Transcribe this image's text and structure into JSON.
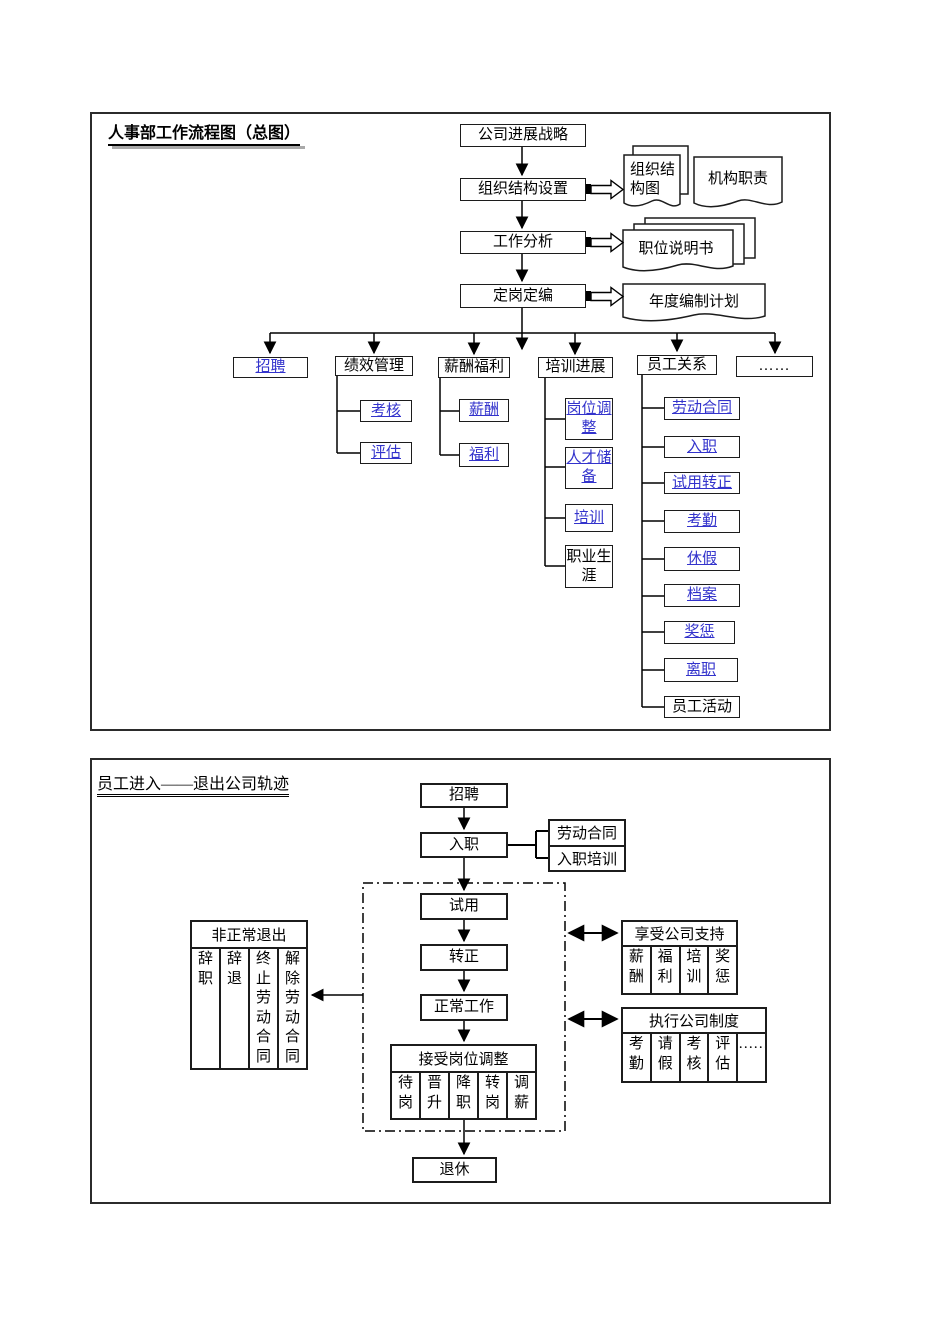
{
  "colors": {
    "link_blue": "#3333cc",
    "line_black": "#000000"
  },
  "panel1": {
    "title": "人事部工作流程图（总图）",
    "flow": {
      "strategy": "公司进展战略",
      "org_setup": "组织结构设置",
      "job_analysis": "工作分析",
      "staffing": "定岗定编"
    },
    "docs": {
      "org_chart": "组织结构图",
      "org_duty": "机构职责",
      "job_desc": "职位说明书",
      "annual_plan": "年度编制计划"
    },
    "branches": {
      "recruit": "招聘",
      "performance": "绩效管理",
      "compensation": "薪酬福利",
      "training": "培训进展",
      "relations": "员工关系",
      "more": "……"
    },
    "performance_children": {
      "assess": "考核",
      "evaluate": "评估"
    },
    "compensation_children": {
      "salary": "薪酬",
      "welfare": "福利"
    },
    "training_children": {
      "post_adjust": "岗位调整",
      "talent_pool": "人才储备",
      "train": "培训",
      "career": "职业生涯"
    },
    "relations_children": {
      "labor_contract": "劳动合同",
      "onboard": "入职",
      "probation": "试用转正",
      "attendance": "考勤",
      "leave": "休假",
      "archives": "档案",
      "reward": "奖惩",
      "resign": "离职",
      "activities": "员工活动"
    }
  },
  "panel2": {
    "title": "员工进入——退出公司轨迹",
    "flow": {
      "recruit": "招聘",
      "onboard": "入职",
      "probation": "试用",
      "regular": "转正",
      "normal_work": "正常工作",
      "retire": "退休"
    },
    "onboard_attach": {
      "labor_contract": "劳动合同",
      "onboard_training": "入职培训"
    },
    "adjust": {
      "title": "接受岗位调整",
      "cols": [
        "待岗",
        "晋升",
        "降职",
        "转岗",
        "调薪"
      ]
    },
    "abnormal_exit": {
      "title": "非正常退出",
      "cols": [
        "辞职",
        "辞退",
        "终止劳动合同",
        "解除劳动合同"
      ]
    },
    "support": {
      "title": "享受公司支持",
      "cols": [
        "薪酬",
        "福利",
        "培训",
        "奖惩"
      ]
    },
    "rules": {
      "title": "执行公司制度",
      "cols": [
        "考勤",
        "请假",
        "考核",
        "评估",
        "……"
      ]
    }
  }
}
